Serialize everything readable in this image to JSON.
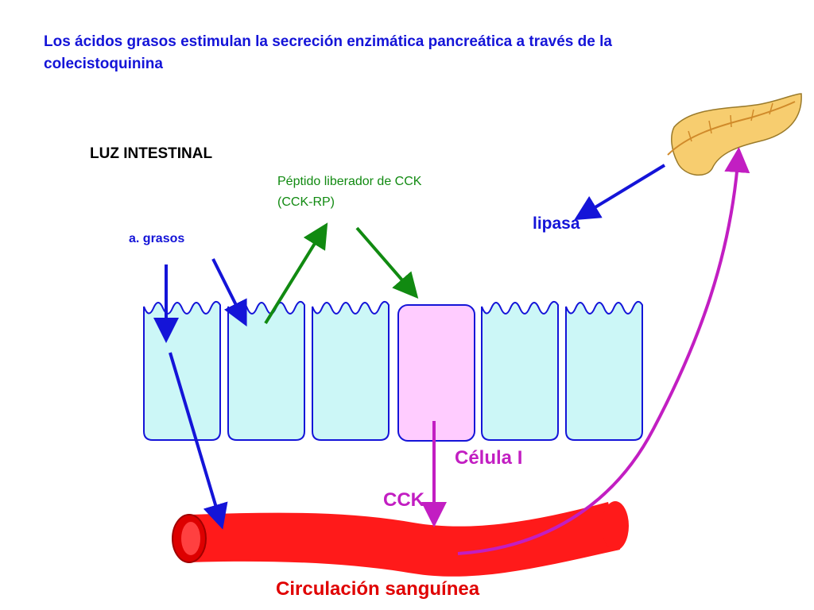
{
  "title": "Los ácidos grasos estimulan la secreción enzimática pancreática a través de la colecistoquinina",
  "labels": {
    "lumen": "LUZ INTESTINAL",
    "ckrp_line1": "Péptido liberador de CCK",
    "ckrp_line2": "(CCK-RP)",
    "fatty_acids": "a. grasos",
    "lipase": "lipasa",
    "i_cell": "Célula I",
    "cck": "CCK",
    "blood": "Circulación sanguínea"
  },
  "colors": {
    "title": "#1414d8",
    "blue_arrow": "#1414d8",
    "green_arrow": "#118a11",
    "magenta_arrow": "#c21ec2",
    "enterocyte_fill": "#ccf7f7",
    "i_cell_fill": "#ffccff",
    "vessel": "#ff1a1a",
    "pancreas": "#f7cd6f"
  },
  "icons": {
    "pancreas": "pancreas-illustration",
    "blood_vessel": "blood-vessel-illustration"
  }
}
